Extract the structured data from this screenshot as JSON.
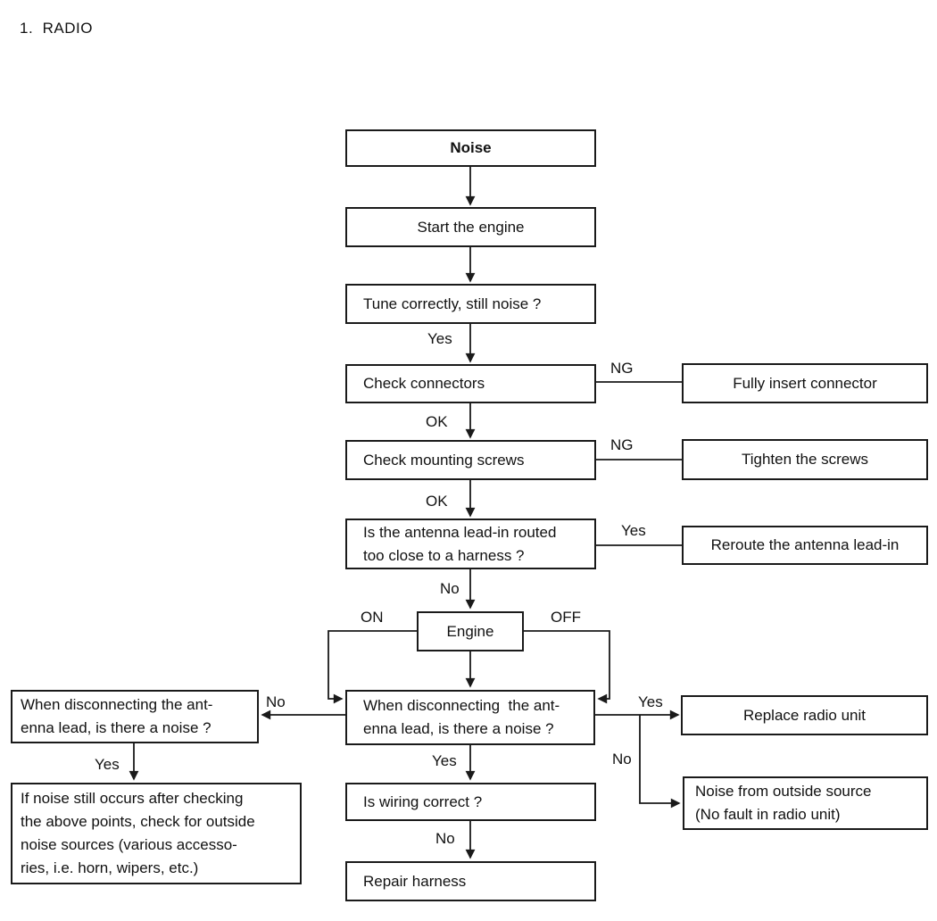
{
  "page": {
    "title": "1.  RADIO",
    "background_color": "#ffffff",
    "ink_color": "#1a1a1a"
  },
  "flow": {
    "nodes": {
      "noise": {
        "lines": [
          "Noise"
        ]
      },
      "start_engine": {
        "lines": [
          "Start the engine"
        ]
      },
      "tune": {
        "lines": [
          "Tune correctly, still noise ?"
        ]
      },
      "check_connectors": {
        "lines": [
          "Check connectors"
        ]
      },
      "fully_insert": {
        "lines": [
          "Fully insert connector"
        ]
      },
      "check_screws": {
        "lines": [
          "Check mounting screws"
        ]
      },
      "tighten_screws": {
        "lines": [
          "Tighten the screws"
        ]
      },
      "antenna_routed": {
        "lines": [
          "Is the antenna lead-in routed",
          "too close to a harness ?"
        ]
      },
      "reroute": {
        "lines": [
          "Reroute the antenna lead-in"
        ]
      },
      "engine": {
        "lines": [
          "Engine"
        ]
      },
      "disconnect_center": {
        "lines": [
          "When disconnecting  the ant-",
          "enna lead, is there a noise ?"
        ]
      },
      "disconnect_left": {
        "lines": [
          "When disconnecting the ant-",
          "enna lead, is there a noise ?"
        ]
      },
      "replace_radio": {
        "lines": [
          "Replace radio unit"
        ]
      },
      "outside_source": {
        "lines": [
          "Noise from outside source",
          "(No fault in radio unit)"
        ]
      },
      "is_wiring": {
        "lines": [
          "Is wiring correct ?"
        ]
      },
      "outside_check": {
        "lines": [
          "If noise still occurs after checking",
          "the above points, check for outside",
          "noise sources (various accesso-",
          "ries, i.e. horn, wipers, etc.)"
        ]
      },
      "repair_harness": {
        "lines": [
          "Repair harness"
        ]
      }
    },
    "edge_labels": {
      "tune_yes": "Yes",
      "connectors_ng": "NG",
      "connectors_ok": "OK",
      "screws_ng": "NG",
      "screws_ok": "OK",
      "antenna_yes": "Yes",
      "antenna_no": "No",
      "engine_on": "ON",
      "engine_off": "OFF",
      "center_no_left": "No",
      "center_yes_right": "Yes",
      "center_yes_down": "Yes",
      "right_no_down": "No",
      "left_yes_down": "Yes",
      "wiring_no": "No"
    }
  }
}
